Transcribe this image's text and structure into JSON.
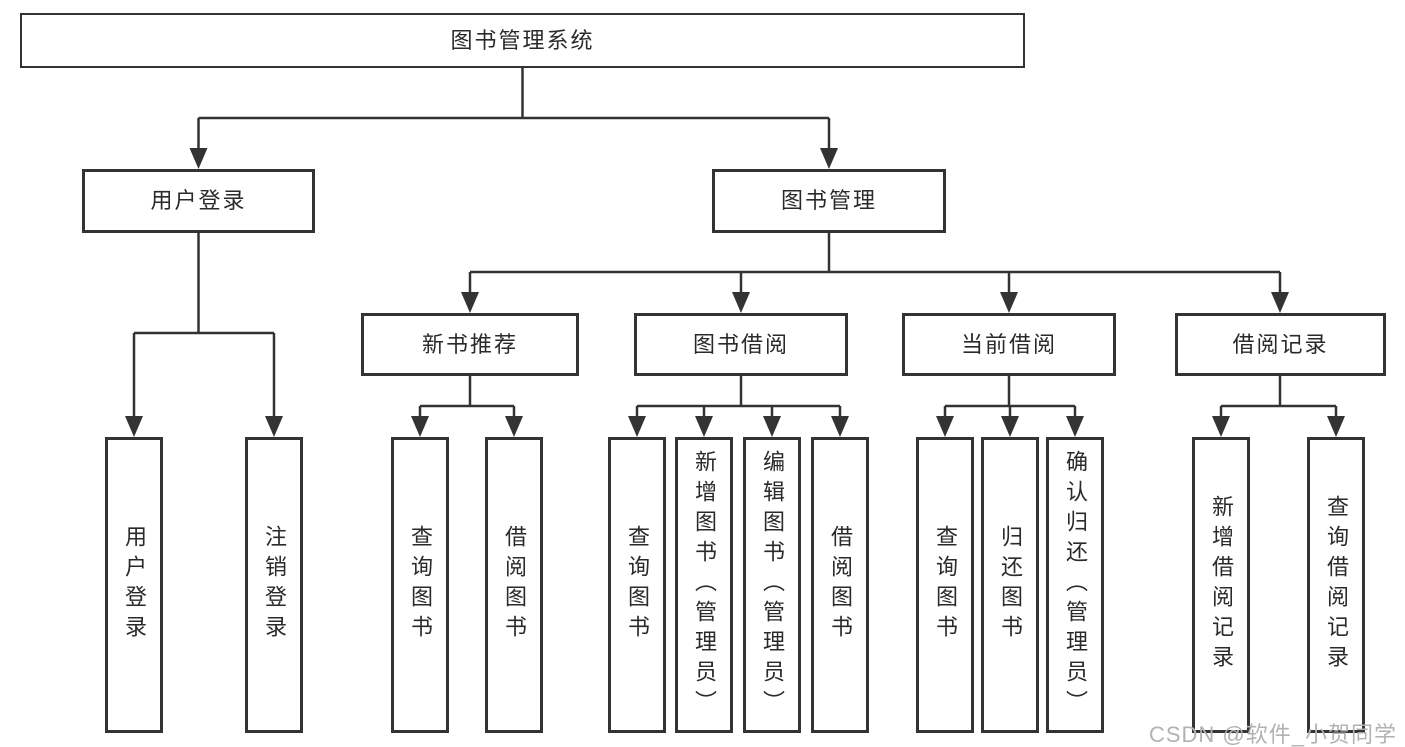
{
  "diagram": {
    "title_node": "图书管理系统",
    "tree": {
      "label": "图书管理系统",
      "children": [
        {
          "label": "用户登录",
          "children": [
            {
              "label": "用户登录"
            },
            {
              "label": "注销登录"
            }
          ]
        },
        {
          "label": "图书管理",
          "children": [
            {
              "label": "新书推荐",
              "children": [
                {
                  "label": "查询图书"
                },
                {
                  "label": "借阅图书"
                }
              ]
            },
            {
              "label": "图书借阅",
              "children": [
                {
                  "label": "查询图书"
                },
                {
                  "label": "新增图书（管理员）"
                },
                {
                  "label": "编辑图书（管理员）"
                },
                {
                  "label": "借阅图书"
                }
              ]
            },
            {
              "label": "当前借阅",
              "children": [
                {
                  "label": "查询图书"
                },
                {
                  "label": "归还图书"
                },
                {
                  "label": "确认归还（管理员）"
                }
              ]
            },
            {
              "label": "借阅记录",
              "children": [
                {
                  "label": "新增借阅记录"
                },
                {
                  "label": "查询借阅记录"
                }
              ]
            }
          ]
        }
      ]
    }
  },
  "watermark": {
    "text": "CSDN @软件_小贺同学"
  },
  "colors": {
    "line": "#333333",
    "text": "#2a2a2a",
    "watermark": "#b2b2b6",
    "background": "#ffffff"
  }
}
